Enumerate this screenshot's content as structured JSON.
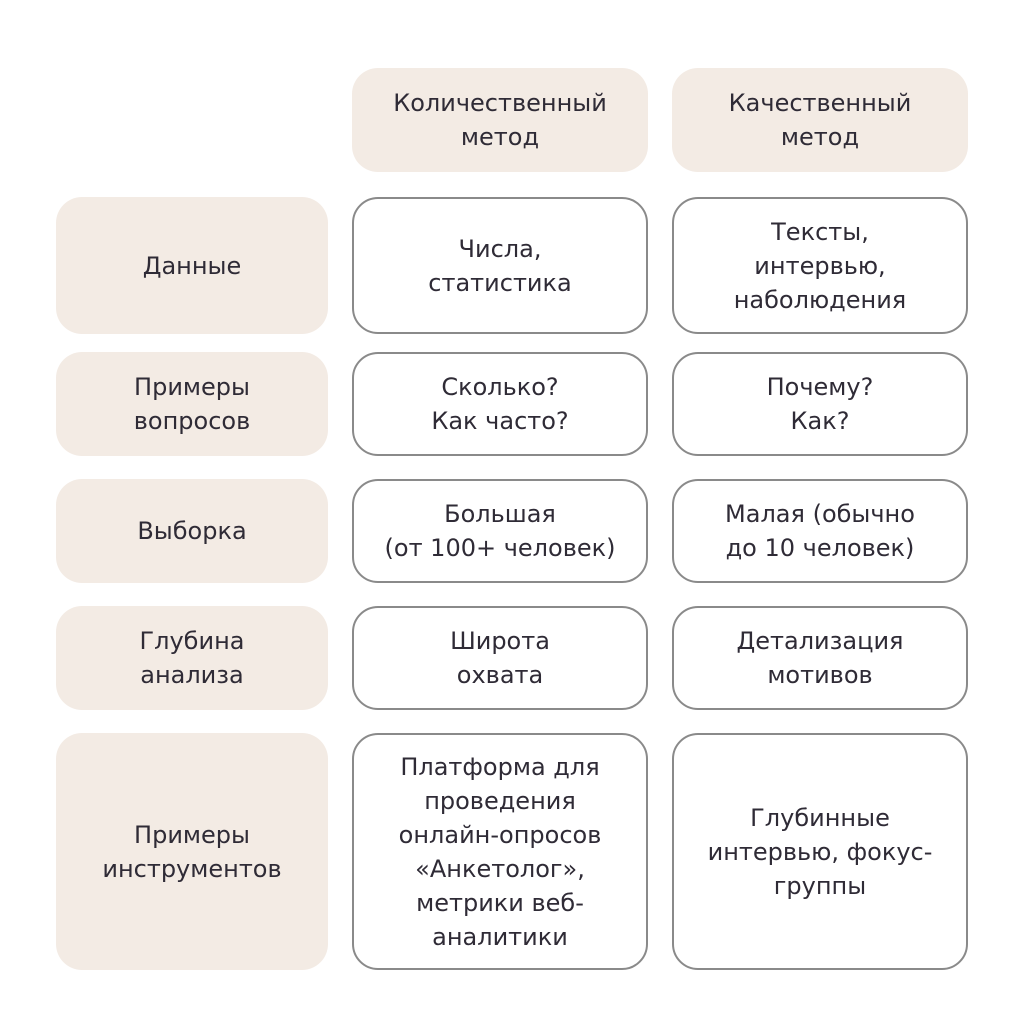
{
  "columns": [
    "Количественный\nметод",
    "Качественный\nметод"
  ],
  "rows": [
    {
      "label": "Данные",
      "quantitative": "Числа,\nстатистика",
      "qualitative": "Тексты,\nинтервью,\nнаболюдения"
    },
    {
      "label": "Примеры\nвопросов",
      "quantitative": "Сколько?\nКак часто?",
      "qualitative": "Почему?\nКак?"
    },
    {
      "label": "Выборка",
      "quantitative": "Большая\n(от 100+ человек)",
      "qualitative": "Малая (обычно\nдо 10 человек)"
    },
    {
      "label": "Глубина\nанализа",
      "quantitative": "Широта\nохвата",
      "qualitative": "Детализация\nмотивов"
    },
    {
      "label": "Примеры\nинструментов",
      "quantitative": "Платформа для\nпроведения\nонлайн-опросов\n«Анкетолог»,\nметрики веб-\nаналитики",
      "qualitative": "Глубинные\nинтервью, фокус-\nгруппы"
    }
  ],
  "colors": {
    "header_fill": "#f3ebe4",
    "cell_border": "#8a8a8a",
    "text": "#2f2b36"
  }
}
